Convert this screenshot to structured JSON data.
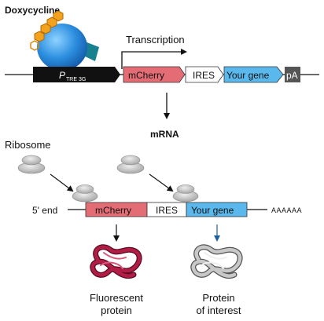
{
  "labels": {
    "doxycycline": "Doxycycline",
    "transcription": "Transcription",
    "promoter_main": "P",
    "promoter_sub": "TRE 3G",
    "mcherry": "mCherry",
    "ires": "IRES",
    "your_gene": "Your gene",
    "pa": "pA",
    "mrna": "mRNA",
    "ribosome": "Ribosome",
    "five_prime_end": "5' end",
    "poly_a": "AAAAAA",
    "fluorescent_protein_line1": "Fluorescent",
    "fluorescent_protein_line2": "protein",
    "protein_interest_line1": "Protein",
    "protein_interest_line2": "of interest"
  },
  "colors": {
    "mcherry": "#e46d75",
    "your_gene": "#5ab8ec",
    "promoter": "#111111",
    "pa": "#555555",
    "activator": "#2d8fe0",
    "activator_tab": "#17818f",
    "doxycycline": "#f3a21d",
    "ribosome": "#c4c4c4",
    "fluorescent_protein": "#a0183c",
    "protein_of_interest": "#9a9a9a"
  }
}
